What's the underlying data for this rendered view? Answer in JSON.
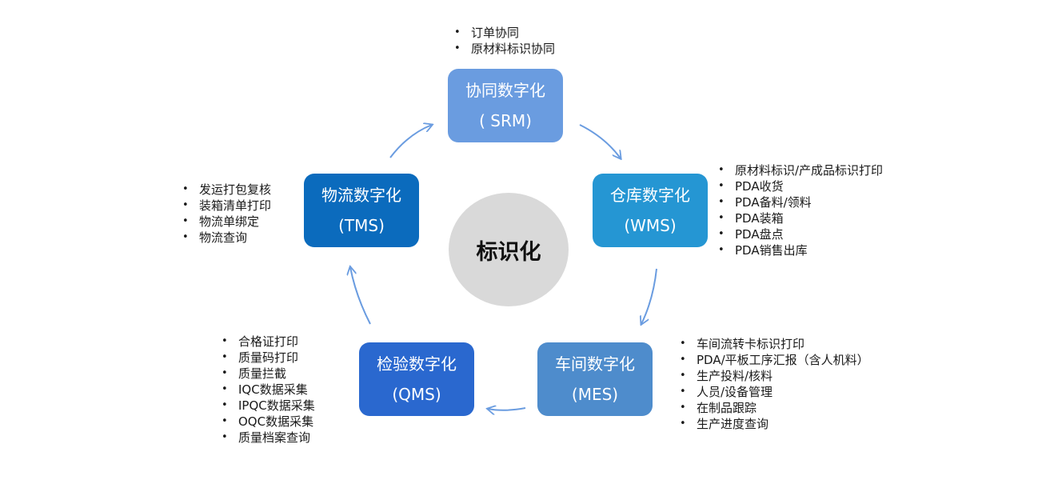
{
  "center": {
    "label": "标识化"
  },
  "nodes": {
    "srm": {
      "title": "协同数字化",
      "subtitle": "( SRM)",
      "color": "#6a9ce0",
      "items": [
        "订单协同",
        "原材料标识协同"
      ]
    },
    "wms": {
      "title": "仓库数字化",
      "subtitle": "(WMS)",
      "color": "#2596d3",
      "items": [
        "原材料标识/产成品标识打印",
        "PDA收货",
        "PDA备料/领料",
        "PDA装箱",
        "PDA盘点",
        "PDA销售出库"
      ]
    },
    "mes": {
      "title": "车间数字化",
      "subtitle": "(MES)",
      "color": "#4e8ccc",
      "items": [
        "车间流转卡标识打印",
        "PDA/平板工序汇报（含人机料）",
        "生产投料/核料",
        "人员/设备管理",
        "在制品跟踪",
        "生产进度查询"
      ]
    },
    "qms": {
      "title": "检验数字化",
      "subtitle": "(QMS)",
      "color": "#2a68cf",
      "items": [
        "合格证打印",
        "质量码打印",
        "质量拦截",
        "IQC数据采集",
        "IPQC数据采集",
        "OQC数据采集",
        "质量档案查询"
      ]
    },
    "tms": {
      "title": "物流数字化",
      "subtitle": "(TMS)",
      "color": "#0b6bbd",
      "items": [
        "发运打包复核",
        "装箱清单打印",
        "物流单绑定",
        "物流查询"
      ]
    }
  },
  "arrow_color": "#6a9ce0"
}
